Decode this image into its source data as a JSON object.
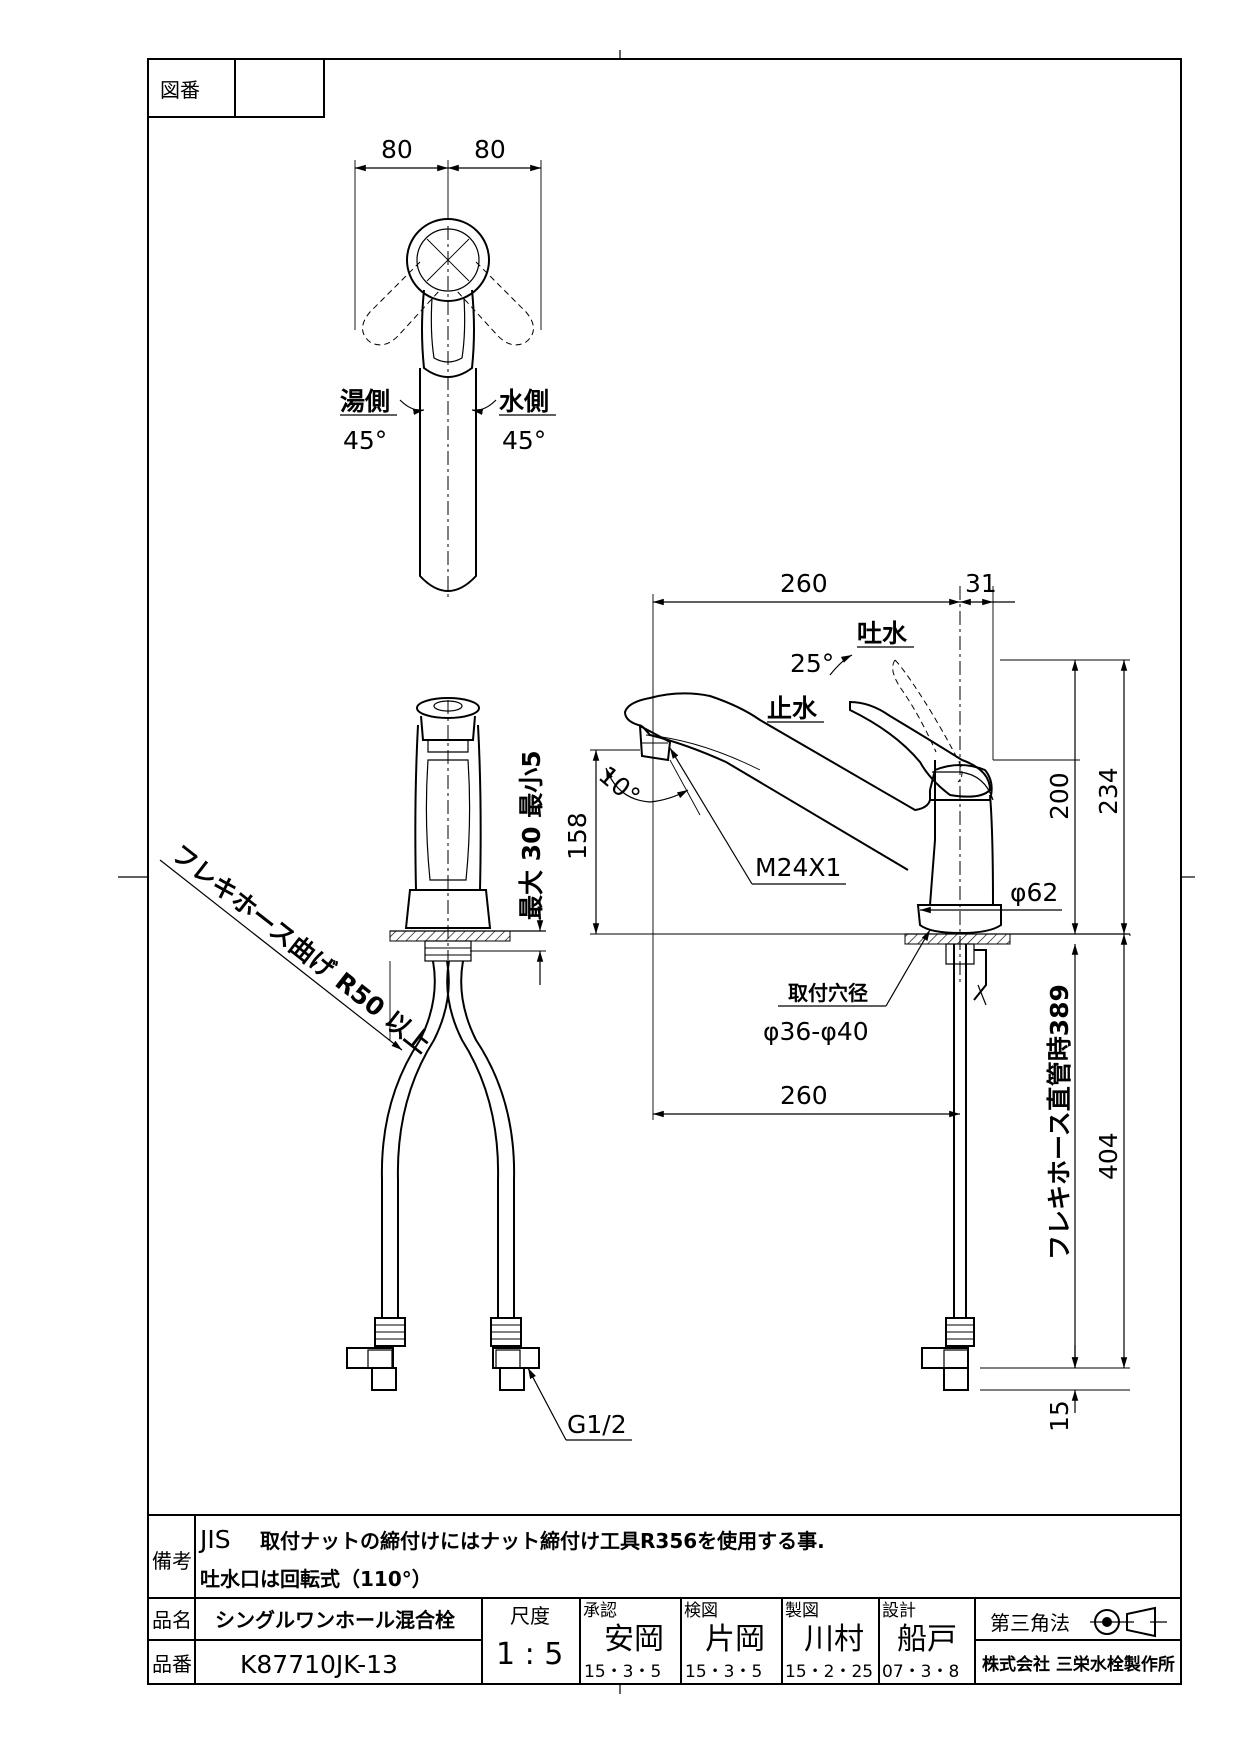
{
  "drawing_no": {
    "label": "図番",
    "value": ""
  },
  "top_view": {
    "dim_left": "80",
    "dim_right": "80",
    "hot_label": "湯側",
    "hot_angle": "45°",
    "cold_label": "水側",
    "cold_angle": "45°"
  },
  "side_view": {
    "dim_width": "260",
    "dim_lever": "31",
    "spout_label": "吐水",
    "spout_angle": "25°",
    "stop_label": "止水",
    "dim_height_200": "200",
    "dim_height_234": "234",
    "dim_158": "158",
    "dim_10": "10°",
    "thread": "M24X1",
    "base_dia": "φ62",
    "hole_label": "取付穴径",
    "hole_value": "φ36-φ40",
    "dim_bottom_260": "260",
    "hose_length_label": "フレキホース直管時389",
    "dim_404": "404",
    "dim_15": "15"
  },
  "front_view": {
    "deck_thickness": "最大 30 最小5",
    "hose_bend": "フレキホース曲げ R50 以上",
    "connector": "G1/2"
  },
  "notes": {
    "label": "備考",
    "jis_prefix": "JIS",
    "line1": "取付ナットの締付けにはナット締付け工具R356を使用する事.",
    "line2": "吐水口は回転式（110°）"
  },
  "title_block": {
    "name_label": "品名",
    "name_value": "シングルワンホール混合栓",
    "code_label": "品番",
    "code_value": "K87710JK-13",
    "scale_label": "尺度",
    "scale_value": "1 : 5",
    "approve_label": "承認",
    "approve_name": "安岡",
    "approve_date": "15・3・5",
    "check_label": "検図",
    "check_name": "片岡",
    "check_date": "15・3・5",
    "draw_label": "製図",
    "draw_name": "川村",
    "draw_date": "15・2・25",
    "design_label": "設計",
    "design_name": "船戸",
    "design_date": "07・3・8",
    "projection": "第三角法",
    "company": "株式会社 三栄水栓製作所"
  }
}
